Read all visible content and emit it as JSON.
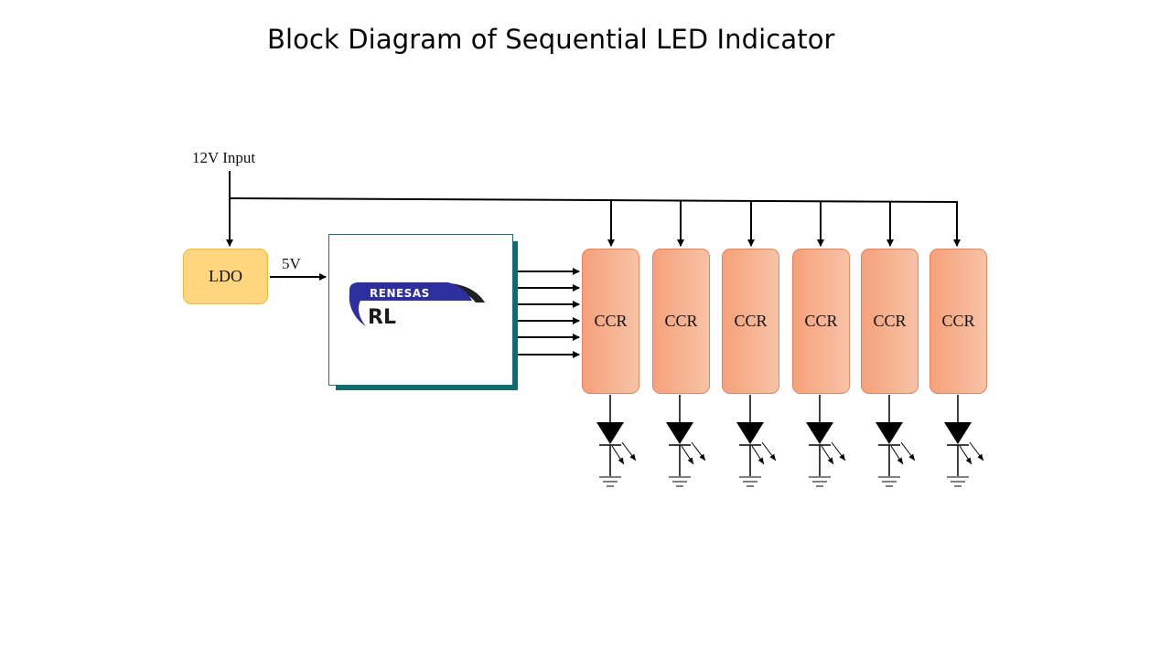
{
  "title": "Block Diagram of Sequential LED Indicator",
  "input_label": "12V Input",
  "ldo_label": "LDO",
  "ldo_output_label": "5V",
  "mcu_logo_brand": "RENESAS",
  "mcu_logo_family": "RL",
  "ccr_blocks": [
    {
      "label": "CCR"
    },
    {
      "label": "CCR"
    },
    {
      "label": "CCR"
    },
    {
      "label": "CCR"
    },
    {
      "label": "CCR"
    },
    {
      "label": "CCR"
    }
  ],
  "colors": {
    "ldo_fill": "#ffd67f",
    "ccr_fill_start": "#f5a17a",
    "ccr_fill_end": "#f7c3a6",
    "mcu_shadow": "#0c6b6b",
    "logo_blue": "#2d2f9e"
  }
}
